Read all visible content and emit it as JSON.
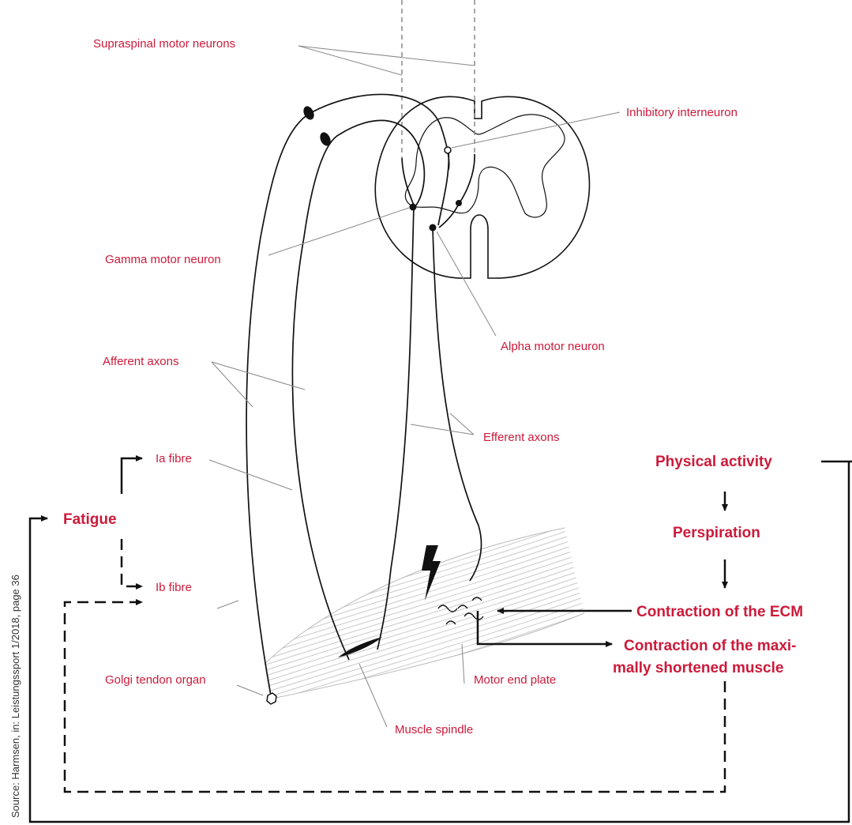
{
  "colors": {
    "label": "#cc1a3a",
    "line": "#111111",
    "muscle": "#bdbdbd",
    "leader": "#888888"
  },
  "labels": {
    "supraspinal": "Supraspinal motor neurons",
    "inhibitory": "Inhibitory interneuron",
    "gamma": "Gamma motor neuron",
    "alpha": "Alpha motor neuron",
    "afferent": "Afferent axons",
    "efferent": "Efferent axons",
    "ia_fibre": "Ia fibre",
    "ib_fibre": "Ib fibre",
    "golgi": "Golgi tendon organ",
    "motor_end_plate": "Motor end plate",
    "muscle_spindle": "Muscle spindle"
  },
  "flow": {
    "physical_activity": "Physical activity",
    "perspiration": "Perspiration",
    "contraction_ecm": "Contraction of the ECM",
    "contraction_max_line1": "Contraction of the maxi-",
    "contraction_max_line2": "mally shortened muscle",
    "fatigue": "Fatigue"
  },
  "source": "Source: Harmsen, in: Leistungssport 1/2018, page 36",
  "icons": {
    "stimulus": "lightning-bolt-icon"
  }
}
